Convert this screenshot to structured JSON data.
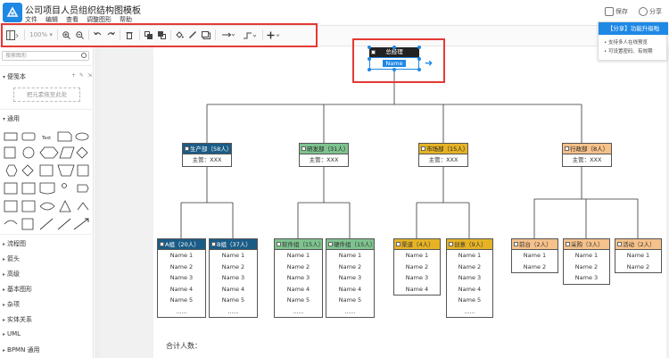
{
  "app": {
    "title": "公司项目人员组织结构图模板",
    "menu": [
      "文件",
      "编辑",
      "查看",
      "调整图形",
      "帮助"
    ],
    "save_label": "保存",
    "share_label": "分享"
  },
  "toolbar": {
    "zoom": "100%",
    "items": [
      "page-style",
      "zoom",
      "zoom-in",
      "zoom-out",
      "undo",
      "redo",
      "delete",
      "to-front",
      "to-back",
      "fill-color",
      "line-color",
      "shadow",
      "connection-style",
      "waypoints",
      "insert"
    ]
  },
  "sidebar": {
    "search_placeholder": "搜索图形",
    "scratchpad_label": "便笺本",
    "scratchpad_tools": "+ ✎ ⇲ ✕",
    "drop_hint": "把元素拖至此处",
    "general_label": "通用",
    "sections": [
      "流程图",
      "箭头",
      "高级",
      "基本图形",
      "杂项",
      "实体关系",
      "UML",
      "BPMN 通用"
    ]
  },
  "share_popup": {
    "banner": "【分享】功能升级啦",
    "lines": [
      "支持多人在线预览",
      "可设置密码、有效期"
    ]
  },
  "ceo": {
    "title": "总经理",
    "name": "Name"
  },
  "departments": [
    {
      "label": "生产部（58人）",
      "manager": "主管：XXX",
      "color": "#1a5c86",
      "dark": true
    },
    {
      "label": "研发部（31人）",
      "manager": "主管：XXX",
      "color": "#7ec38f",
      "dark": false
    },
    {
      "label": "市场部（15人）",
      "manager": "主管：XXX",
      "color": "#e6b325",
      "dark": false
    },
    {
      "label": "行政部（8人）",
      "manager": "主管：XXX",
      "color": "#f6c18a",
      "dark": false
    }
  ],
  "groups": [
    {
      "label": "A组（20人）",
      "rows": [
        "Name 1",
        "Name 2",
        "Name 3",
        "Name 4",
        "Name 5",
        "......"
      ],
      "color": "#1a5c86",
      "dark": true
    },
    {
      "label": "B组（37人）",
      "rows": [
        "Name 1",
        "Name 2",
        "Name 3",
        "Name 4",
        "Name 5",
        "......"
      ],
      "color": "#1a5c86",
      "dark": true
    },
    {
      "label": "软件组（15人）",
      "rows": [
        "Name 1",
        "Name 2",
        "Name 3",
        "Name 4",
        "Name 5",
        "......"
      ],
      "color": "#7ec38f",
      "dark": false
    },
    {
      "label": "硬件组（15人）",
      "rows": [
        "Name 1",
        "Name 2",
        "Name 3",
        "Name 4",
        "Name 5",
        "......"
      ],
      "color": "#7ec38f",
      "dark": false
    },
    {
      "label": "渠道（4人）",
      "rows": [
        "Name 1",
        "Name 2",
        "Name 3",
        "Name 4"
      ],
      "color": "#e6b325",
      "dark": false
    },
    {
      "label": "创意（9人）",
      "rows": [
        "Name 1",
        "Name 2",
        "Name 3",
        "Name 4",
        "Name 5",
        "......"
      ],
      "color": "#e6b325",
      "dark": false
    },
    {
      "label": "前台（2人）",
      "rows": [
        "Name 1",
        "Name 2"
      ],
      "color": "#f6c18a",
      "dark": false
    },
    {
      "label": "采购（3人）",
      "rows": [
        "Name 1",
        "Name 2",
        "Name 3"
      ],
      "color": "#f6c18a",
      "dark": false
    },
    {
      "label": "活动（2人）",
      "rows": [
        "Name 1",
        "Name 2"
      ],
      "color": "#f6c18a",
      "dark": false
    }
  ],
  "footer": {
    "total_label": "合计人数："
  }
}
